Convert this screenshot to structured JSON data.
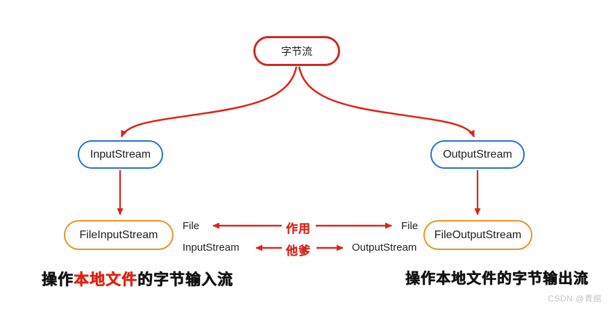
{
  "diagram": {
    "nodes": {
      "root": {
        "label": "字节流"
      },
      "input": {
        "label": "InputStream"
      },
      "output": {
        "label": "OutputStream"
      },
      "file_input": {
        "label": "FileInputStream"
      },
      "file_output": {
        "label": "FileOutputStream"
      }
    },
    "relations": [
      {
        "left": "File",
        "center": "作用",
        "right": "File"
      },
      {
        "left": "InputStream",
        "center": "他爹",
        "right": "OutputStream"
      }
    ],
    "captions": {
      "left_prefix": "操作",
      "left_highlight": "本地文件",
      "left_suffix": "的字节输入流",
      "right": "操作本地文件的字节输出流"
    },
    "watermark": "CSDN @青绾",
    "colors": {
      "arrow_red": "#e02318",
      "root_border": "#d2261b",
      "stream_border": "#1c72c8",
      "file_border": "#f08f1f",
      "highlight_red": "#e01f10",
      "text": "#1c1c1c",
      "watermark_gray": "#c3c3c3"
    }
  }
}
